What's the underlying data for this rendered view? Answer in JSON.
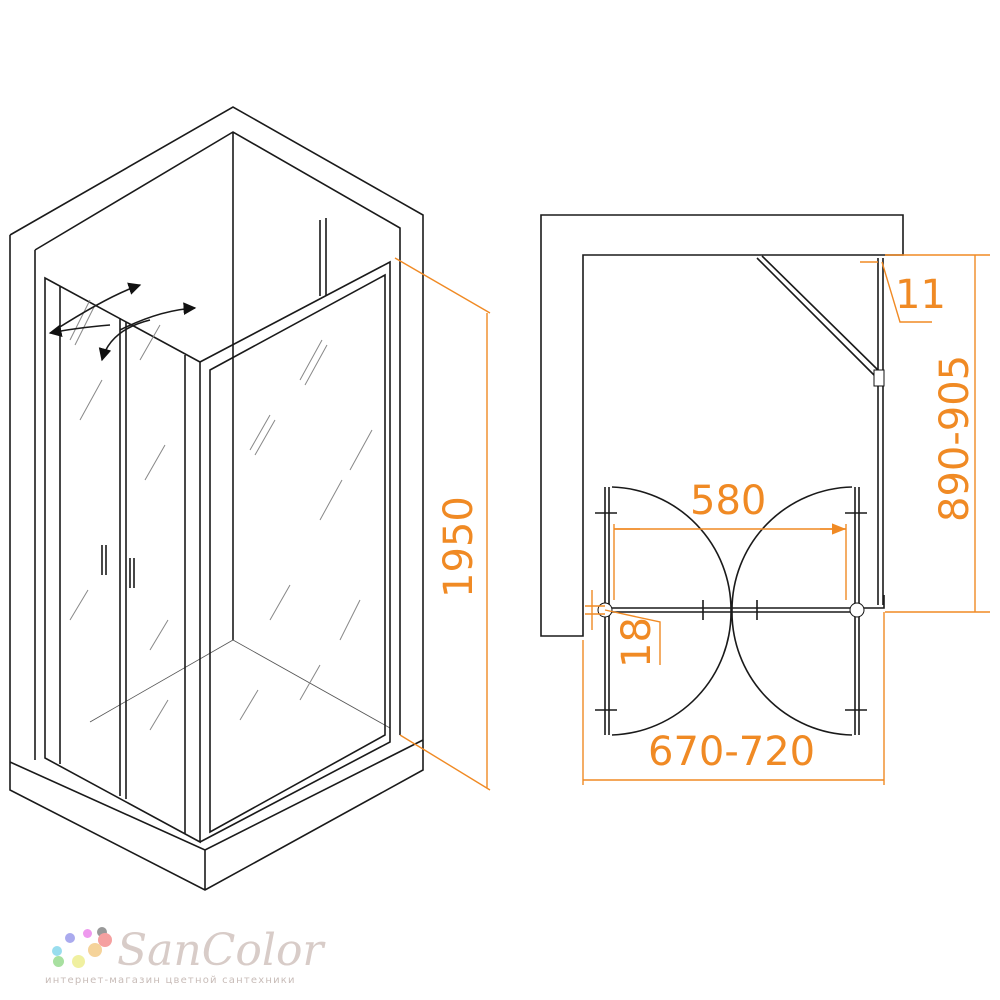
{
  "dimensions": {
    "height": "1950",
    "depth": "890-905",
    "width": "670-720",
    "door_opening": "580",
    "profile_offset": "11",
    "profile_width": "18"
  },
  "logo": {
    "name": "SanColor",
    "tagline": "интернет-магазин цветной сантехники"
  },
  "colors": {
    "dimension": "#f08a24",
    "lines": "#1a1a1a"
  }
}
